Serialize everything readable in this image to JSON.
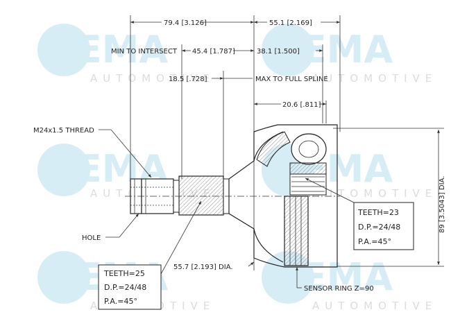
{
  "watermark": {
    "brand": "VEMA",
    "sub": "AUTOMOTIVE"
  },
  "dimensions": {
    "top_left": "79.4 [3.126]",
    "top_right": "55.1 [2.169]",
    "min_intersect_label": "MIN TO INTERSECT",
    "min_intersect": "45.4 [1.787]",
    "d38": "38.1 [1.500]",
    "d18": "18.5 [.728]",
    "max_spline_label": "MAX TO FULL SPLINE",
    "d20": "20.6 [.811]",
    "dia89": "89 [3.5043] DIA.",
    "dia55": "55.7 [2.193] DIA."
  },
  "callouts": {
    "thread": "M24x1.5 THREAD",
    "hole": "HOLE",
    "sensor": "SENSOR RING Z=90"
  },
  "box_left": {
    "teeth": "TEETH=25",
    "dp": "D.P.=24/48",
    "pa": "P.A.=45°"
  },
  "box_right": {
    "teeth": "TEETH=23",
    "dp": "D.P.=24/48",
    "pa": "P.A.=45°"
  }
}
